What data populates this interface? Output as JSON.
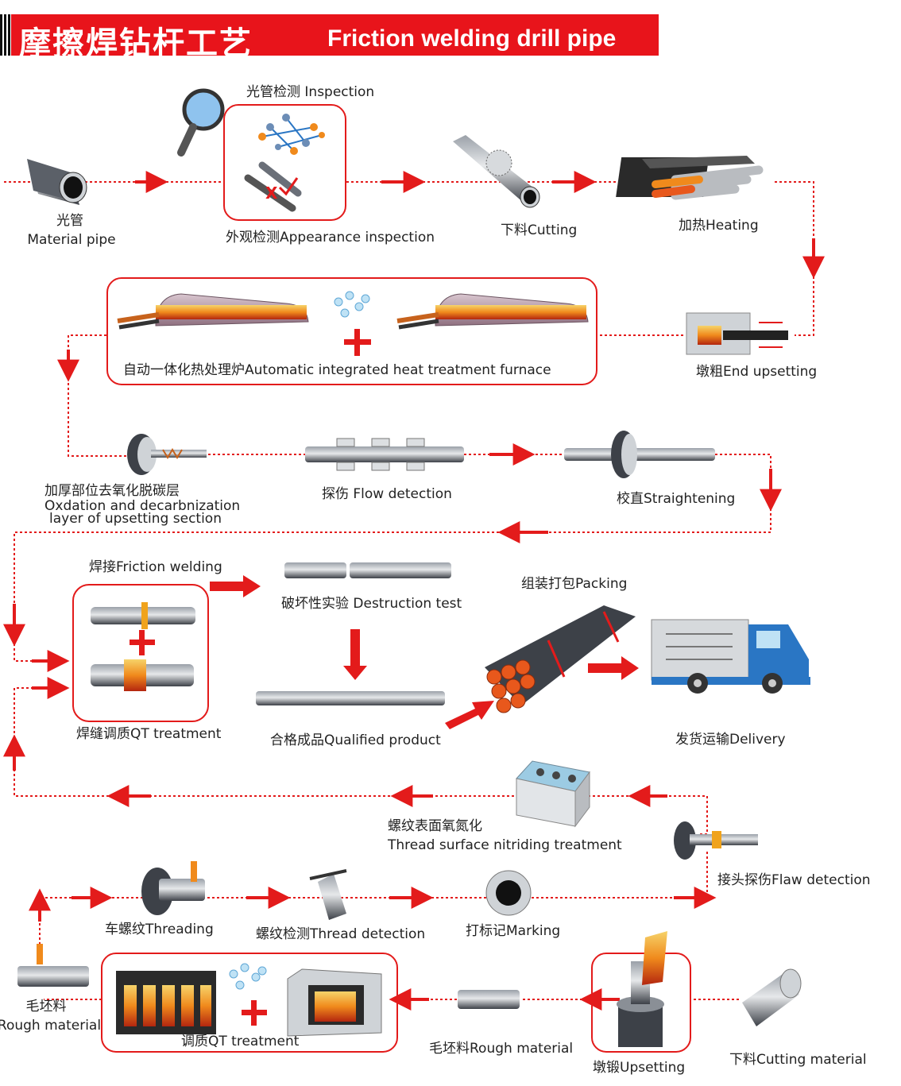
{
  "title": {
    "cn": "摩擦焊钻杆工艺",
    "en": "Friction welding drill pipe"
  },
  "steps": {
    "material_pipe_cn": "光管",
    "material_pipe_en": "Material pipe",
    "inspection": "光管检测 Inspection",
    "appearance": "外观检测Appearance inspection",
    "cutting": "下料Cutting",
    "heating": "加热Heating",
    "end_upsetting": "墩粗End upsetting",
    "furnace": "自动一体化热处理炉Automatic integrated heat treatment furnace",
    "oxidation_cn": "加厚部位去氧化脱碳层",
    "oxidation_en1": "Oxdation and decarbnization",
    "oxidation_en2": "layer of upsetting section",
    "flow_detection": "探伤 Flow detection",
    "straightening": "校直Straightening",
    "friction_welding": "焊接Friction welding",
    "destruction": "破坏性实验 Destruction test",
    "packing": "组装打包Packing",
    "weld_qt": "焊缝调质QT treatment",
    "qualified": "合格成品Qualified product",
    "delivery": "发货运输Delivery",
    "nitriding_cn": "螺纹表面氧氮化",
    "nitriding_en": "Thread surface nitriding treatment",
    "flaw_detection": "接头探伤Flaw detection",
    "threading": "车螺纹Threading",
    "thread_detection": "螺纹检测Thread detection",
    "marking": "打标记Marking",
    "rough_cn": "毛坯料",
    "rough_en": "Rough material",
    "qt": "调质QT treatment",
    "rough_material": "毛坯料Rough material",
    "upsetting": "墩锻Upsetting",
    "cutting_material": "下料Cutting material"
  },
  "colors": {
    "arrow": "#e31b1b",
    "box_border": "#e31b1b",
    "title_bg": "#e8141b",
    "steel": "#4a4f57"
  },
  "icons": [
    "pipe-icon",
    "magnifier-icon",
    "molecule-icon",
    "saw-icon",
    "heating-icon",
    "furnace-icon",
    "water-drops-icon",
    "upsetting-die-icon",
    "roller-icon",
    "probes-icon",
    "welded-pipe-icon",
    "bundle-icon",
    "truck-icon",
    "nitriding-tank-icon",
    "flaw-probe-icon",
    "thread-gauge-icon",
    "marking-ring-icon",
    "forging-press-icon",
    "bar-icon"
  ]
}
